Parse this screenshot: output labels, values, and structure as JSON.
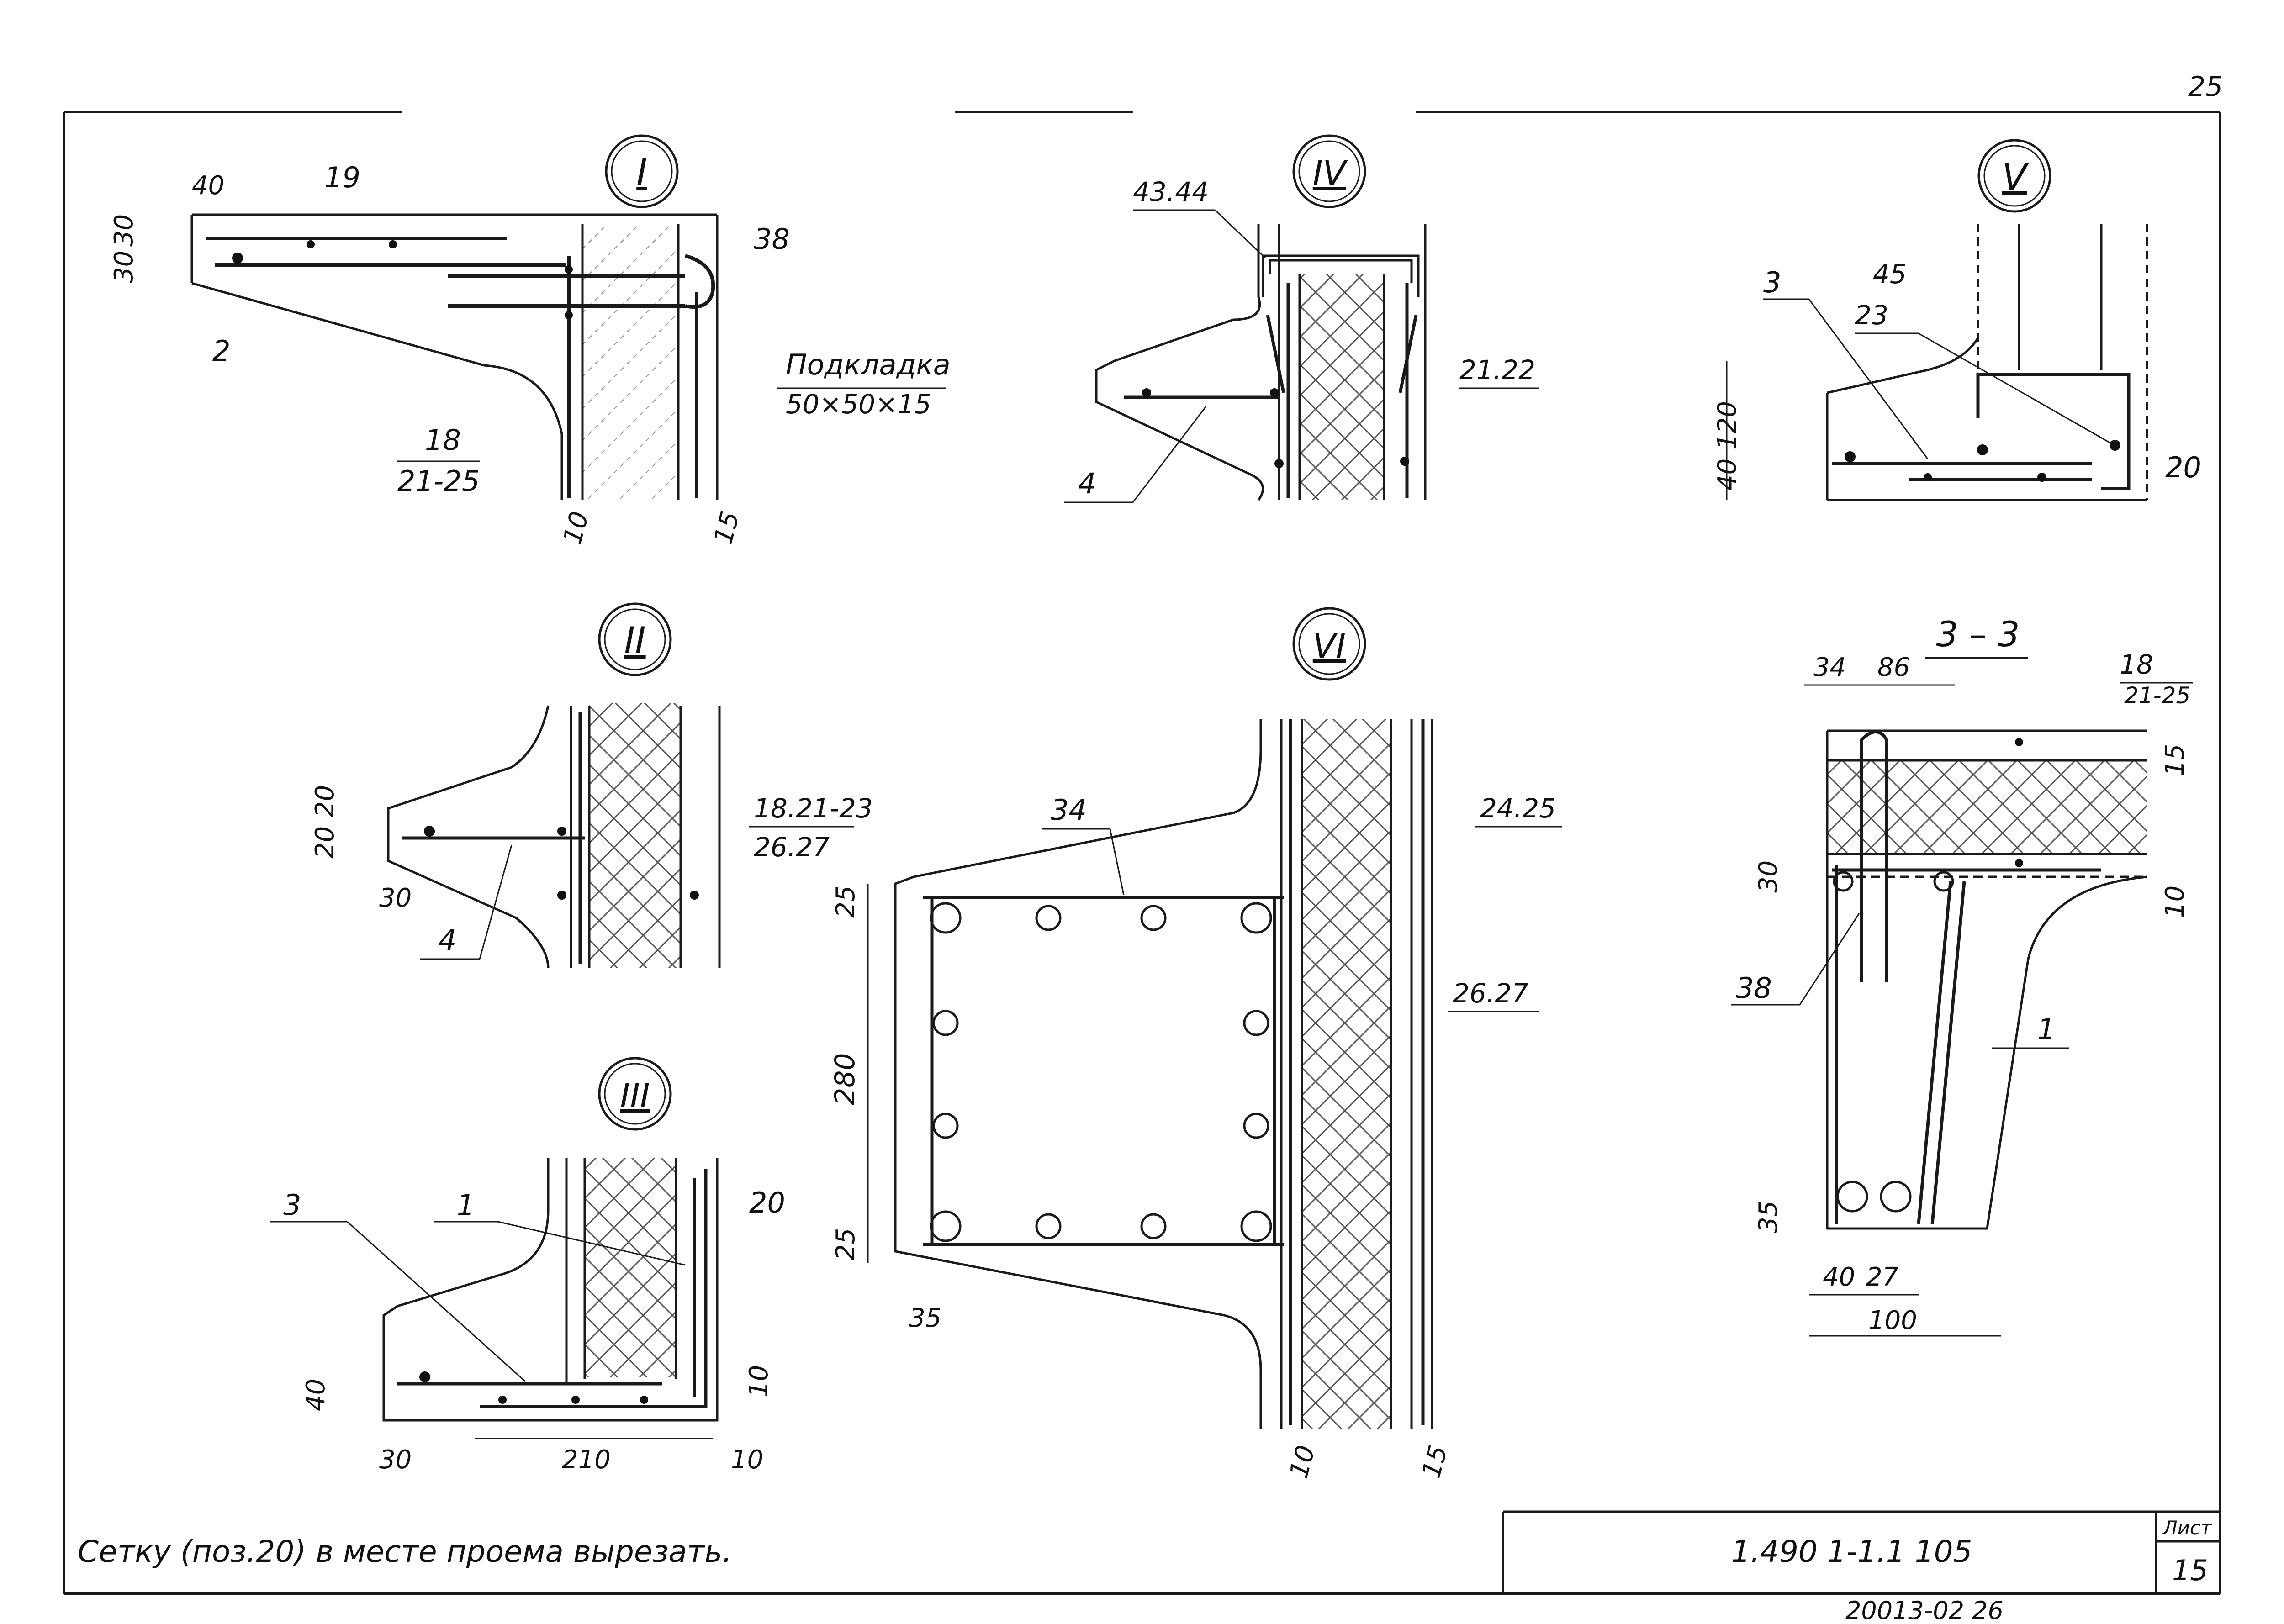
{
  "sheet_number_top": "25",
  "details": {
    "I": {
      "title": "I",
      "labels": [
        "19",
        "2",
        "38",
        "18",
        "21-25"
      ],
      "pad_label_1": "Подкладка",
      "pad_label_2": "50×50×15",
      "dims": [
        "40",
        "30",
        "30",
        "10",
        "15"
      ]
    },
    "IV": {
      "title": "IV",
      "labels": [
        "43.44",
        "21.22",
        "4"
      ]
    },
    "V": {
      "title": "V",
      "labels": [
        "3",
        "45",
        "23",
        "20"
      ],
      "dims": [
        "120",
        "40"
      ]
    },
    "II": {
      "title": "II",
      "labels": [
        "18.21-23",
        "26.27",
        "4"
      ],
      "dims": [
        "20",
        "20",
        "30"
      ]
    },
    "VI": {
      "title": "VI",
      "labels": [
        "34",
        "24.25",
        "26.27"
      ],
      "dims": [
        "25",
        "280",
        "25",
        "35",
        "10",
        "15"
      ]
    },
    "III": {
      "title": "III",
      "labels": [
        "3",
        "1",
        "20"
      ],
      "dims": [
        "40",
        "30",
        "210",
        "10",
        "10"
      ]
    },
    "S33": {
      "title": "3 – 3",
      "labels": [
        "18",
        "21-25",
        "38",
        "1"
      ],
      "dims": [
        "34",
        "86",
        "15",
        "30",
        "10",
        "35",
        "40",
        "27",
        "100"
      ]
    }
  },
  "note": "Сетку (поз.20) в месте проема вырезать.",
  "title_block": {
    "code": "1.490 1-1.1 105",
    "sheet_label": "Лист",
    "sheet_value": "15"
  },
  "footer_code": "20013-02 26",
  "colors": {
    "line": "#1a1a1a",
    "insulation": "#555555"
  }
}
